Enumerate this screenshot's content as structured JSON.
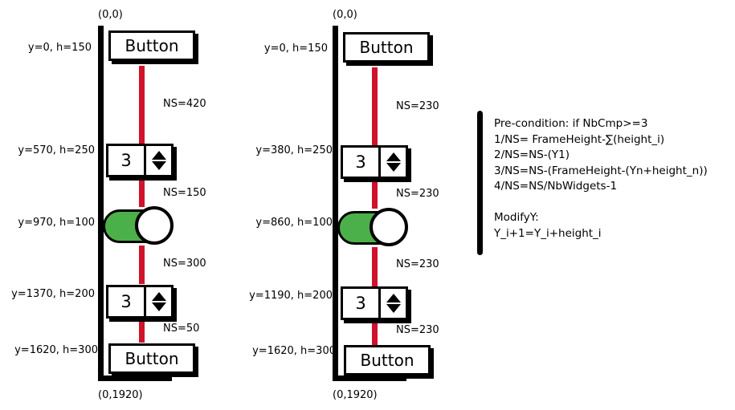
{
  "panels": [
    {
      "origin_top": "(0,0)",
      "origin_bottom": "(0,1920)",
      "widgets": [
        {
          "kind": "button",
          "text": "Button",
          "label": "y=0, h=150"
        },
        {
          "kind": "spinner",
          "text": "3",
          "label": "y=570, h=250"
        },
        {
          "kind": "toggle",
          "label": "y=970, h=100"
        },
        {
          "kind": "spinner",
          "text": "3",
          "label": "y=1370, h=200"
        },
        {
          "kind": "button",
          "text": "Button",
          "label": "y=1620, h=300"
        }
      ],
      "spacings": [
        "NS=420",
        "NS=150",
        "NS=300",
        "NS=50"
      ]
    },
    {
      "origin_top": "(0,0)",
      "origin_bottom": "(0,1920)",
      "widgets": [
        {
          "kind": "button",
          "text": "Button",
          "label": "y=0, h=150"
        },
        {
          "kind": "spinner",
          "text": "3",
          "label": "y=380, h=250"
        },
        {
          "kind": "toggle",
          "label": "y=860, h=100"
        },
        {
          "kind": "spinner",
          "text": "3",
          "label": "y=1190, h=200"
        },
        {
          "kind": "button",
          "text": "Button",
          "label": "y=1620, h=300"
        }
      ],
      "spacings": [
        "NS=230",
        "NS=230",
        "NS=230",
        "NS=230"
      ]
    }
  ],
  "notes": {
    "lines": [
      "Pre-condition: if NbCmp>=3",
      "1/NS= FrameHeight-∑(height_i)",
      "2/NS=NS-(Y1)",
      "3/NS=NS-(FrameHeight-(Yn+height_n))",
      "4/NS=NS/NbWidgets-1",
      "",
      "ModifyY:",
      "Y_i+1=Y_i+height_i"
    ]
  },
  "colors": {
    "connector": "#d0122a",
    "toggle_on": "#4cb04a",
    "frame": "#000000"
  },
  "icons": {
    "spinner_arrows": "up-down-arrows-icon",
    "toggle_knob": "toggle-knob-icon"
  }
}
